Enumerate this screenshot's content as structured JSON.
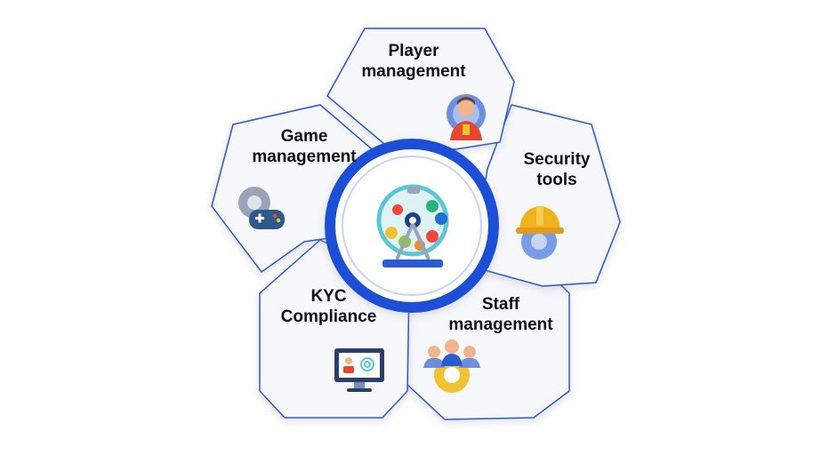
{
  "hub": {
    "icon": "lottery-wheel-icon"
  },
  "colors": {
    "outline": "#2a55d1",
    "ring": "#1e4fd6",
    "petal_fill": "#f7f8fb",
    "text": "#111111"
  },
  "petals": [
    {
      "id": "player",
      "label": "Player\nmanagement",
      "icon": "player-gear-icon"
    },
    {
      "id": "security",
      "label": "Security\ntools",
      "icon": "hardhat-gear-icon"
    },
    {
      "id": "staff",
      "label": "Staff\nmanagement",
      "icon": "team-gear-icon"
    },
    {
      "id": "kyc",
      "label": "KYC\nCompliance",
      "icon": "monitor-fingerprint-icon"
    },
    {
      "id": "game",
      "label": "Game\nmanagement",
      "icon": "gamepad-gear-icon"
    }
  ]
}
